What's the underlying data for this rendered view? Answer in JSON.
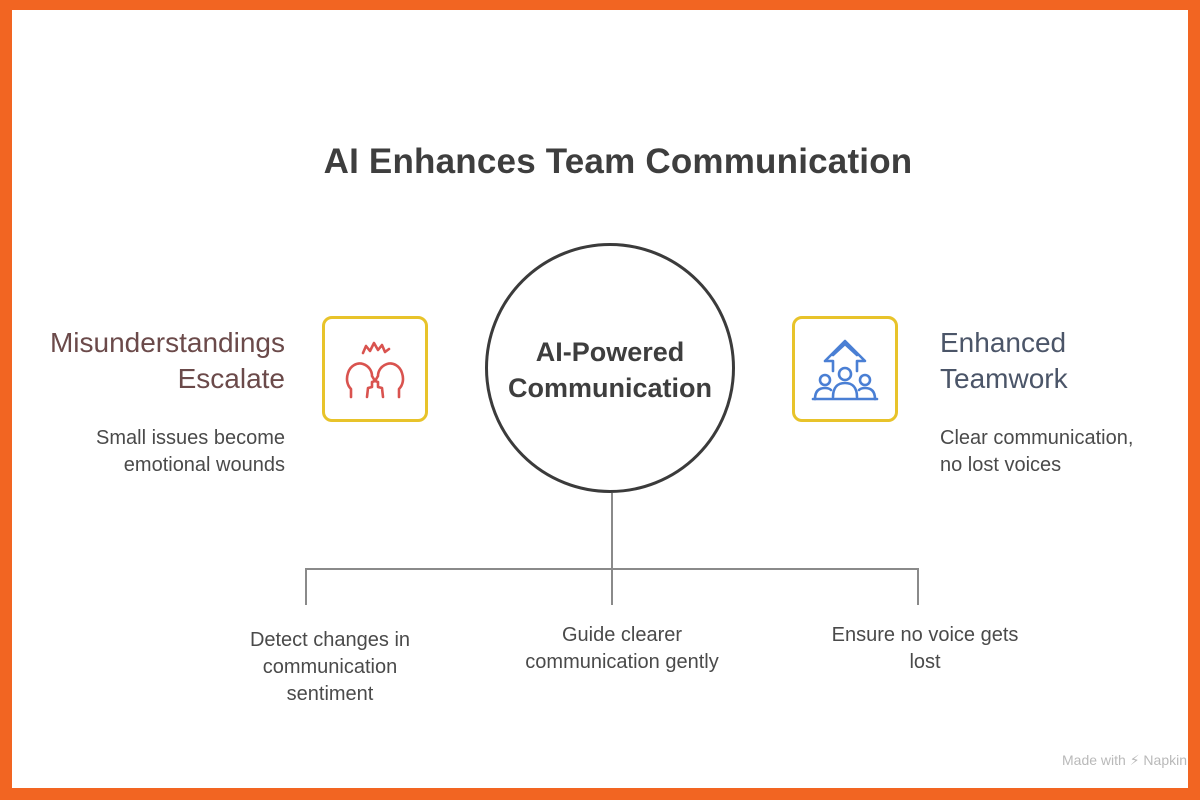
{
  "title": "AI Enhances Team Communication",
  "center": {
    "label_line1": "AI-Powered",
    "label_line2": "Communication"
  },
  "left": {
    "heading_line1": "Misunderstandings",
    "heading_line2": "Escalate",
    "desc_line1": "Small issues become",
    "desc_line2": "emotional wounds",
    "icon": "conflict-heads-icon",
    "icon_color": "#d9534f"
  },
  "right": {
    "heading_line1": "Enhanced",
    "heading_line2": "Teamwork",
    "desc_line1": "Clear communication,",
    "desc_line2": "no lost voices",
    "icon": "team-growth-icon",
    "icon_color": "#4a7fd4"
  },
  "branches": [
    {
      "line1": "Detect changes in",
      "line2": "communication",
      "line3": "sentiment"
    },
    {
      "line1": "Guide clearer",
      "line2": "communication gently"
    },
    {
      "line1": "Ensure no voice gets",
      "line2": "lost"
    }
  ],
  "watermark": "Made with ⚡ Napkin",
  "colors": {
    "border": "#f26522",
    "icon_box_border": "#e8c32a",
    "circle_stroke": "#3b3b3b",
    "connector": "#8a8a8a"
  }
}
